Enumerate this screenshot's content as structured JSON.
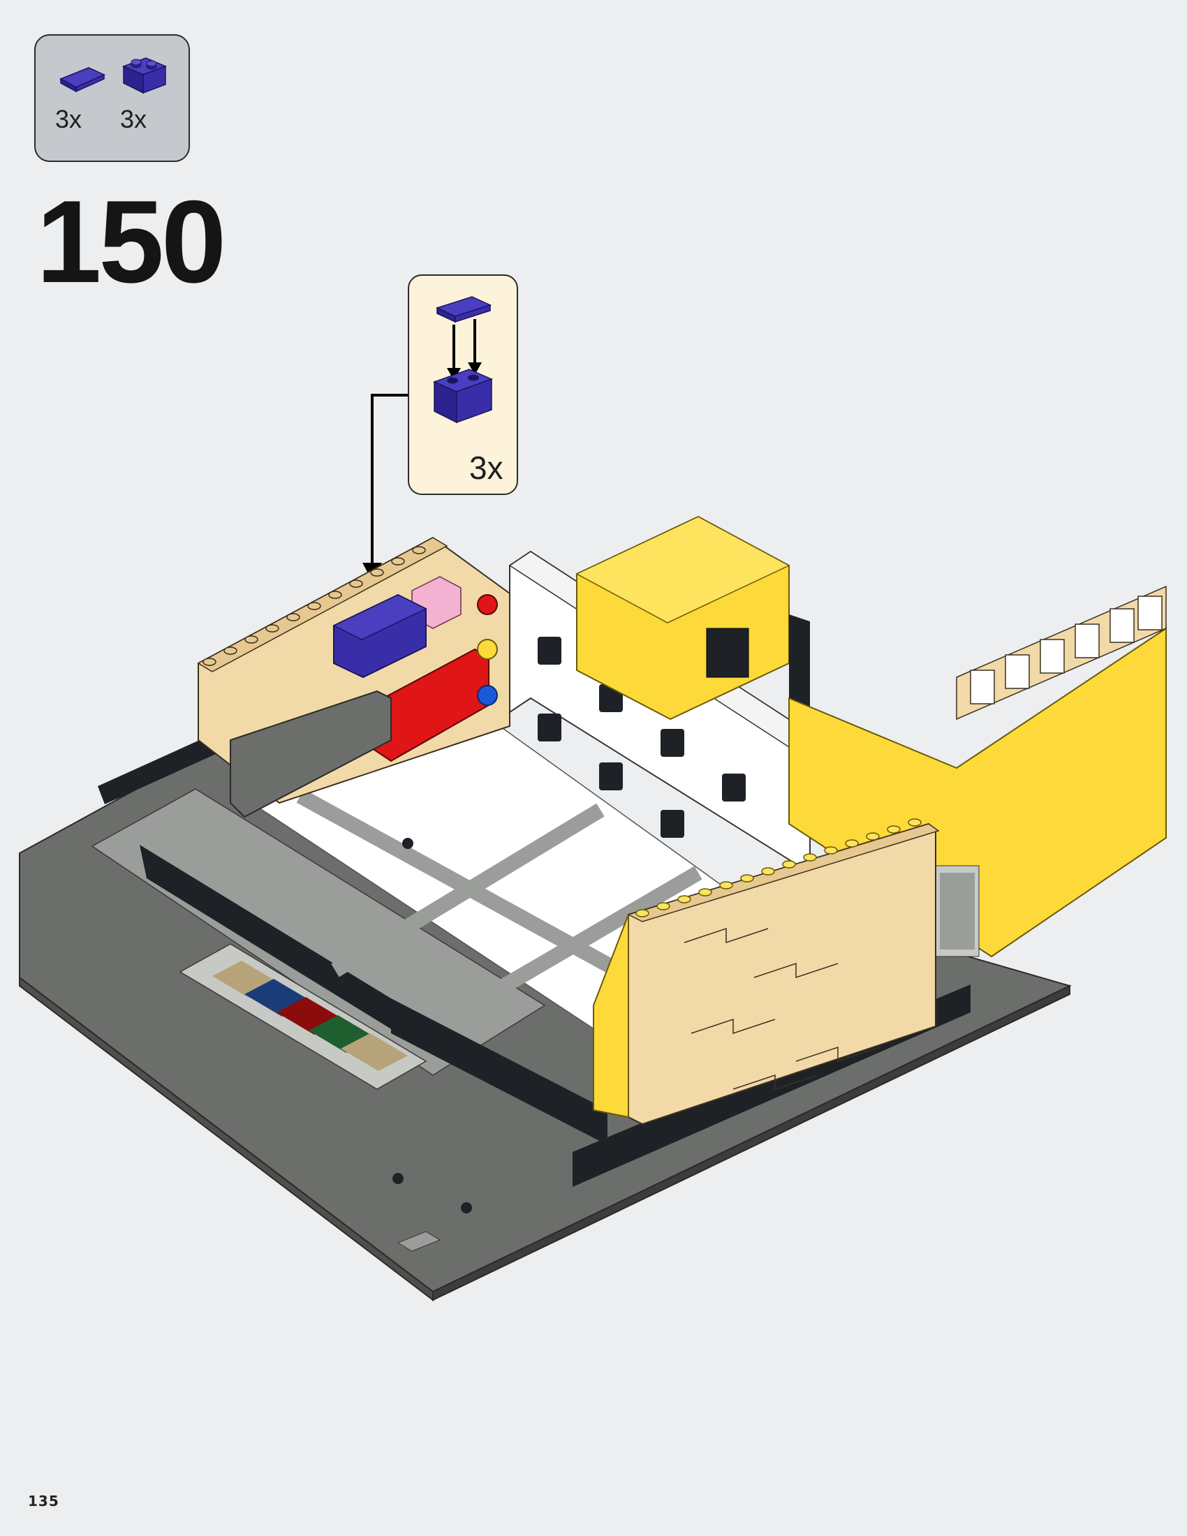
{
  "parts_list": {
    "items": [
      {
        "part": "tile-1x2",
        "color": "#3a2ea8",
        "qty": "3x"
      },
      {
        "part": "brick-1x2",
        "color": "#3a2ea8",
        "qty": "3x"
      }
    ]
  },
  "step": {
    "number": "150"
  },
  "callout": {
    "qty": "3x"
  },
  "page": {
    "number": "135"
  },
  "colors": {
    "background": "#eceef0",
    "parts_box": "#c5c8cc",
    "callout_box": "#fdf3da",
    "purple": "#3a2ea8",
    "tan": "#f2d9a8",
    "yellow": "#fdd93a",
    "red": "#e01515",
    "pink": "#f4b2d3",
    "dark_grey": "#6b6e6a",
    "black": "#1e2227",
    "white": "#ffffff"
  }
}
